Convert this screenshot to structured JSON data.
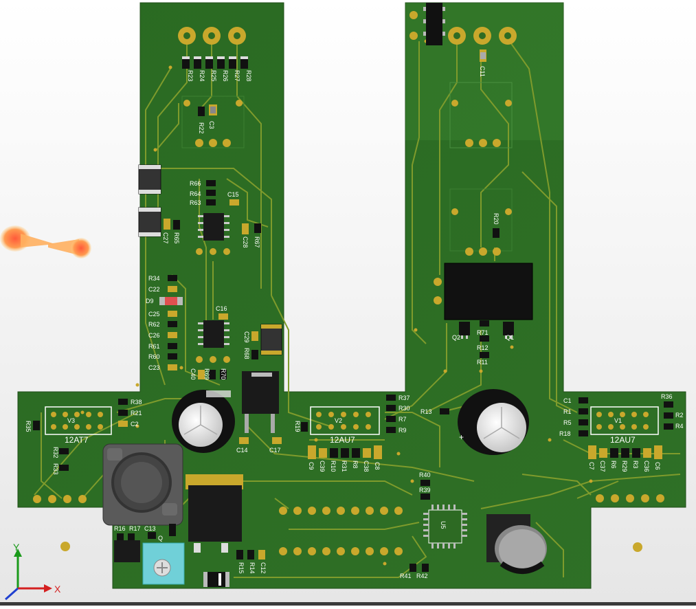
{
  "colors": {
    "background": "#f0f0f0",
    "board": "#2e6b23",
    "board_light": "#3d8a30",
    "trace": "#7d9a2a",
    "pad": "#c9a82c",
    "silkscreen": "#ffffff",
    "axis_x": "#d42020",
    "axis_y": "#1a9a1a",
    "axis_z": "#2040d0"
  },
  "axes": {
    "x": "X",
    "y": "Y"
  },
  "tubes": [
    {
      "ref": "V3",
      "type": "12AT7"
    },
    {
      "ref": "V2",
      "type": "12AU7"
    },
    {
      "ref": "V1",
      "type": "12AU7"
    }
  ],
  "labels": {
    "r_top": [
      "R23",
      "R24",
      "R25",
      "R26",
      "R27",
      "R28"
    ],
    "r22": "R22",
    "c3": "C3",
    "c11": "C11",
    "r20": "R20",
    "opamp1_refs": [
      "R66",
      "R64",
      "R63",
      "C15",
      "C27",
      "R65",
      "C28",
      "R67"
    ],
    "left_col": [
      "R34",
      "C22",
      "D9",
      "C25",
      "R62",
      "C26",
      "R61",
      "R60",
      "C23"
    ],
    "opamp2_refs": [
      "C16",
      "C29",
      "R68",
      "C40",
      "R69",
      "R70"
    ],
    "v3_refs": [
      "R38",
      "R21",
      "C2",
      "R35",
      "R32",
      "R33"
    ],
    "v2_refs": [
      "R37",
      "R30",
      "R7",
      "R9",
      "R19",
      "R13"
    ],
    "v2_bottom": [
      "C9",
      "C39",
      "R10",
      "R31",
      "R8",
      "C38",
      "C8"
    ],
    "v1_refs": [
      "C1",
      "R1",
      "R5",
      "R18",
      "R36",
      "R2",
      "R4"
    ],
    "v1_bottom": [
      "C7",
      "C37",
      "R6",
      "R29",
      "R3",
      "C36",
      "C6"
    ],
    "relay_refs": [
      "Q2",
      "R71",
      "Q1",
      "R12",
      "R11"
    ],
    "misc": [
      "C14",
      "C17",
      "R40",
      "R39",
      "U5",
      "R41",
      "R42",
      "R16",
      "R17",
      "C13",
      "Q",
      "R15",
      "R14",
      "C12"
    ],
    "polarity": "+"
  }
}
